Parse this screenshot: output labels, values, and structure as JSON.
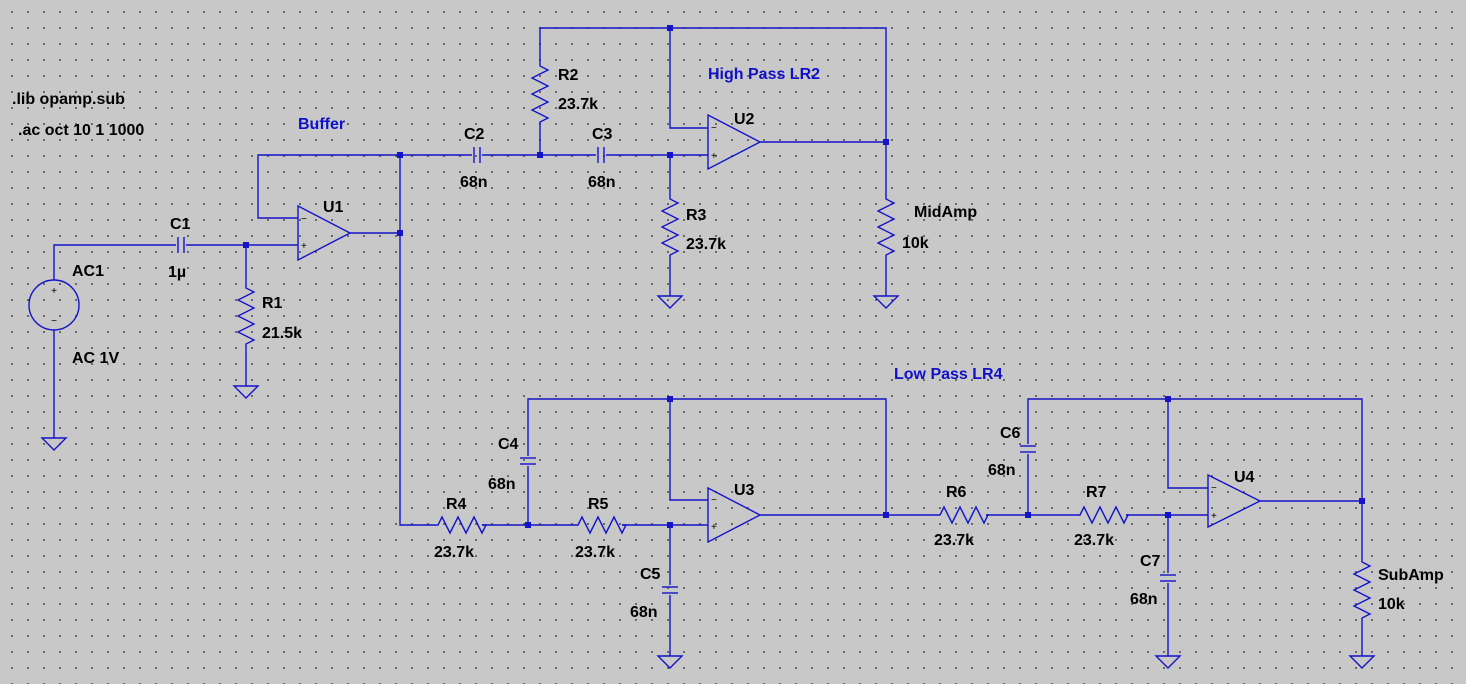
{
  "directives": [
    ".lib opamp.sub",
    ".ac oct 10 1 1000"
  ],
  "comments": {
    "buffer": "Buffer",
    "high_pass": "High Pass LR2",
    "low_pass": "Low Pass LR4"
  },
  "source": {
    "name": "AC1",
    "value": "AC 1V"
  },
  "components": {
    "C1": {
      "name": "C1",
      "value": "1µ"
    },
    "R1": {
      "name": "R1",
      "value": "21.5k"
    },
    "C2": {
      "name": "C2",
      "value": "68n"
    },
    "C3": {
      "name": "C3",
      "value": "68n"
    },
    "R2": {
      "name": "R2",
      "value": "23.7k"
    },
    "R3": {
      "name": "R3",
      "value": "23.7k"
    },
    "MidAmp": {
      "name": "MidAmp",
      "value": "10k"
    },
    "R4": {
      "name": "R4",
      "value": "23.7k"
    },
    "R5": {
      "name": "R5",
      "value": "23.7k"
    },
    "C4": {
      "name": "C4",
      "value": "68n"
    },
    "C5": {
      "name": "C5",
      "value": "68n"
    },
    "R6": {
      "name": "R6",
      "value": "23.7k"
    },
    "R7": {
      "name": "R7",
      "value": "23.7k"
    },
    "C6": {
      "name": "C6",
      "value": "68n"
    },
    "C7": {
      "name": "C7",
      "value": "68n"
    },
    "SubAmp": {
      "name": "SubAmp",
      "value": "10k"
    }
  },
  "opamps": {
    "U1": "U1",
    "U2": "U2",
    "U3": "U3",
    "U4": "U4"
  },
  "pin_symbols": {
    "minus": "−",
    "plus": "+"
  },
  "colors": {
    "wire": "#1414c8",
    "comment": "#1010c8",
    "background": "#c8c8c8"
  }
}
